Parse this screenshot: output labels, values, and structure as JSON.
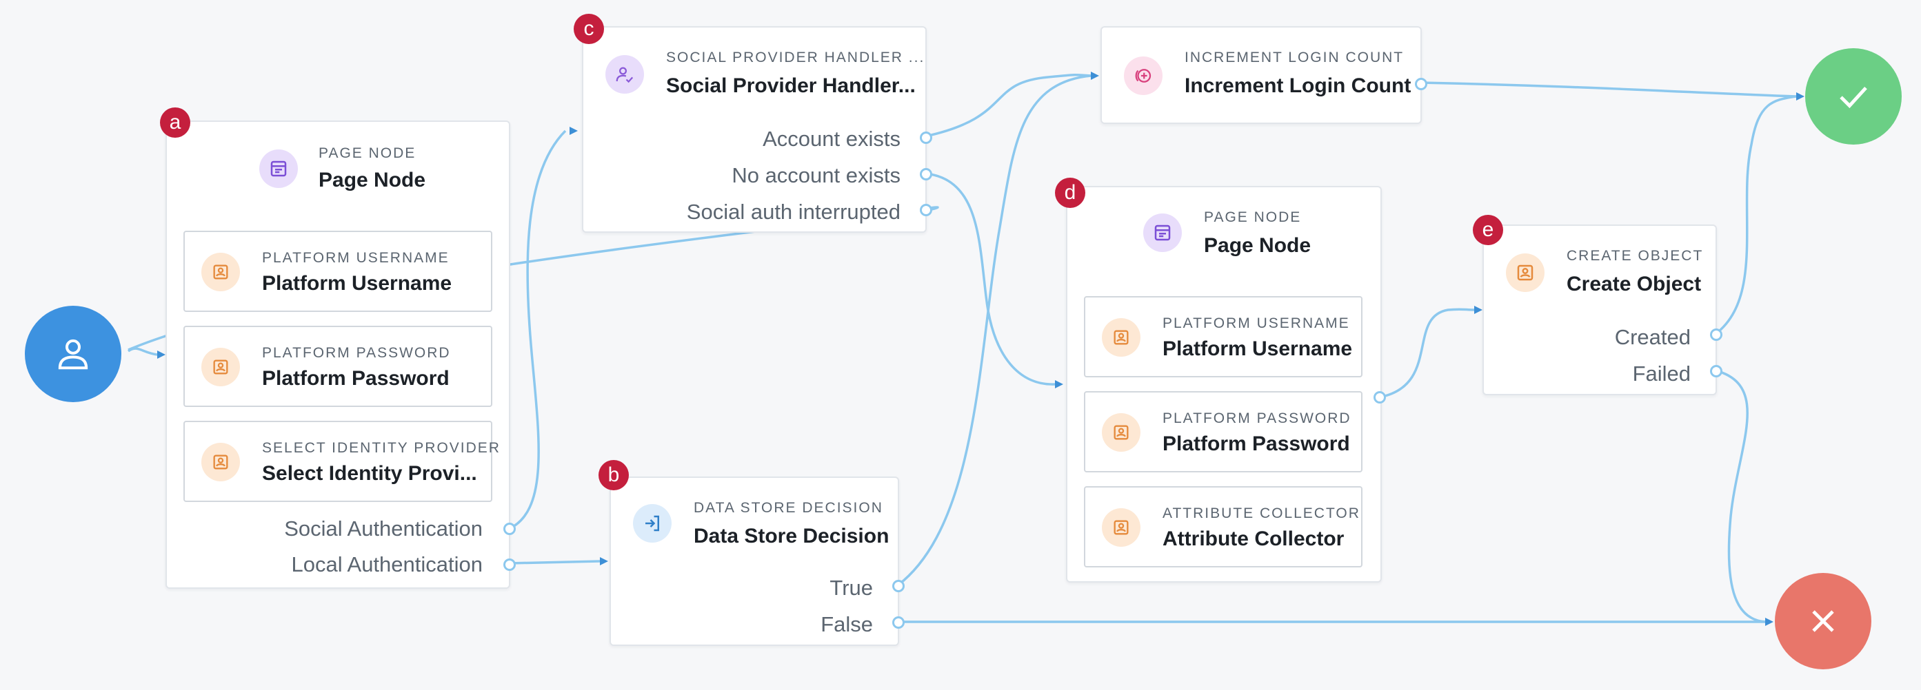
{
  "start_node": {
    "icon": "user-icon",
    "color": "#3d92e0"
  },
  "success_node": {
    "icon": "checkmark-icon",
    "color": "#6bcf85"
  },
  "failure_node": {
    "icon": "close-icon",
    "color": "#e8766a"
  },
  "badge_color": "#c41f3d",
  "nodes": {
    "a": {
      "badge": "a",
      "type": "PAGE NODE",
      "title": "Page Node",
      "icon": "page-node-icon",
      "children": [
        {
          "type": "PLATFORM USERNAME",
          "title": "Platform Username",
          "icon": "user-card-icon"
        },
        {
          "type": "PLATFORM PASSWORD",
          "title": "Platform Password",
          "icon": "user-card-icon"
        },
        {
          "type": "SELECT IDENTITY PROVIDER",
          "title": "Select Identity Provi...",
          "icon": "user-card-icon"
        }
      ],
      "outcomes": [
        "Social Authentication",
        "Local Authentication"
      ]
    },
    "b": {
      "badge": "b",
      "type": "DATA STORE DECISION",
      "title": "Data Store Decision",
      "icon": "login-arrow-icon",
      "outcomes": [
        "True",
        "False"
      ]
    },
    "c": {
      "badge": "c",
      "type": "SOCIAL PROVIDER HANDLER ...",
      "title": "Social Provider Handler...",
      "icon": "user-check-icon",
      "outcomes": [
        "Account exists",
        "No account exists",
        "Social auth interrupted"
      ]
    },
    "inc": {
      "type": "INCREMENT LOGIN COUNT",
      "title": "Increment Login Count",
      "icon": "plus-circle-icon"
    },
    "d": {
      "badge": "d",
      "type": "PAGE NODE",
      "title": "Page Node",
      "icon": "page-node-icon",
      "children": [
        {
          "type": "PLATFORM USERNAME",
          "title": "Platform Username",
          "icon": "user-card-icon"
        },
        {
          "type": "PLATFORM PASSWORD",
          "title": "Platform Password",
          "icon": "user-card-icon"
        },
        {
          "type": "ATTRIBUTE COLLECTOR",
          "title": "Attribute Collector",
          "icon": "user-card-icon"
        }
      ]
    },
    "e": {
      "badge": "e",
      "type": "CREATE OBJECT",
      "title": "Create Object",
      "icon": "user-card-icon",
      "outcomes": [
        "Created",
        "Failed"
      ]
    }
  }
}
